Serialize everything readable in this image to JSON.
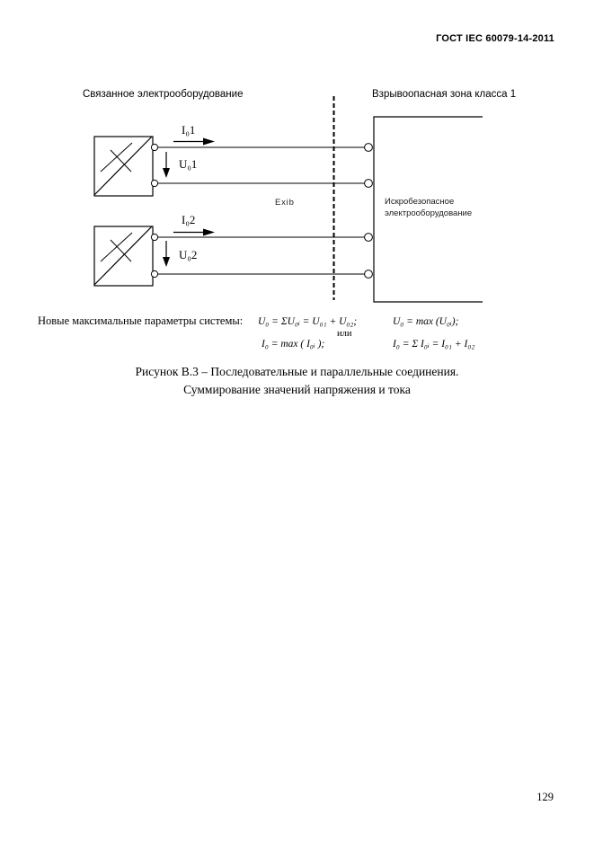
{
  "page": {
    "header": "ГОСТ IEC 60079-14-2011",
    "number": "129"
  },
  "diagram": {
    "left_zone_label": "Связанное электрооборудование",
    "right_zone_label": "Взрывоопасная зона класса 1",
    "cable_marking": "Exib",
    "is_equipment_label_line1": "Искробезопасное",
    "is_equipment_label_line2": "электрооборудование",
    "labels": {
      "current1": "I₀1",
      "voltage1": "U₀1",
      "current2": "I₀2",
      "voltage2": "U₀2"
    }
  },
  "formulas": {
    "intro": "Новые максимальные параметры системы:",
    "sum_voltage": "U₀ = ΣU₀ᵢ = U₀₁ + U₀₂;",
    "or_word": "или",
    "max_current": "I₀ = max ( I₀ᵢ );",
    "max_voltage": "U₀ = max (U₀ᵢ);",
    "sum_current": "I₀ = Σ I₀ᵢ = I₀₁ + I₀₂"
  },
  "caption": {
    "line1": "Рисунок В.3 – Последовательные и параллельные соединения.",
    "line2": "Суммирование значений напряжения и тока"
  },
  "colors": {
    "ink": "#000000",
    "paper": "#ffffff"
  }
}
